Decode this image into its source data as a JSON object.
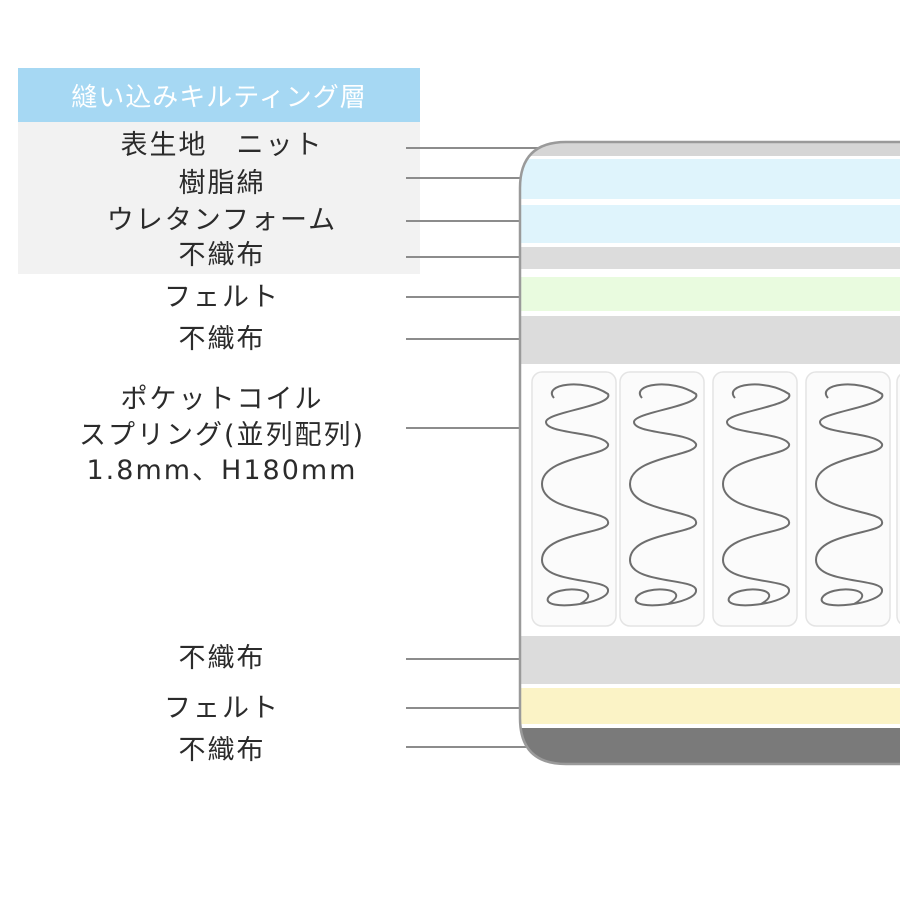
{
  "header": {
    "quilting_title": "縫い込みキルティング層"
  },
  "layers": [
    {
      "id": "surface",
      "label": "表生地　ニット",
      "color": "#d6d6d6"
    },
    {
      "id": "resin-cotton",
      "label": "樹脂綿",
      "color": "#dff4fc"
    },
    {
      "id": "urethane",
      "label": "ウレタンフォーム",
      "color": "#dff4fc"
    },
    {
      "id": "nonwoven-1",
      "label": "不織布",
      "color": "#dcdcdc"
    },
    {
      "id": "felt-1",
      "label": "フェルト",
      "color": "#e9fbdf"
    },
    {
      "id": "nonwoven-2",
      "label": "不織布",
      "color": "#dcdcdc"
    },
    {
      "id": "pocket-coil",
      "label_lines": [
        "ポケットコイル",
        "スプリング(並列配列)",
        "1.8mm、H180mm"
      ],
      "color": "#f7f7f7"
    },
    {
      "id": "nonwoven-3",
      "label": "不織布",
      "color": "#dcdcdc"
    },
    {
      "id": "felt-2",
      "label": "フェルト",
      "color": "#fbf3c6"
    },
    {
      "id": "nonwoven-4",
      "label": "不織布",
      "color": "#7a7a7a"
    }
  ],
  "colors": {
    "header_bg": "#a6d8f3",
    "quilt_box_bg": "#f2f2f2",
    "leader_line": "#8c8c8c",
    "coil_stroke": "#6e6e6e"
  }
}
